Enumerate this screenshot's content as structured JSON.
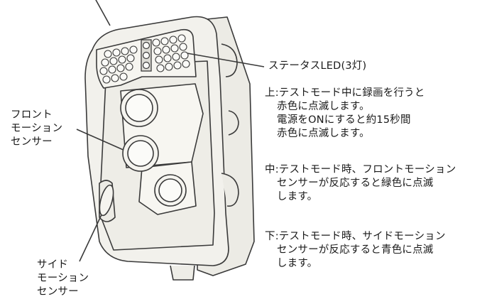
{
  "labels": {
    "front_sensor": [
      "フロント",
      "モーション",
      "センサー"
    ],
    "side_sensor": [
      "サイド",
      "モーション",
      "センサー"
    ],
    "status_led": "ステータスLED(3灯)"
  },
  "led_states": [
    {
      "position": "上",
      "lines": [
        "上:テストモード中に録画を行うと",
        "赤色に点滅します。",
        "電源をONにすると約15秒間",
        "赤色に点滅します。"
      ]
    },
    {
      "position": "中",
      "lines": [
        "中:テストモード時、フロントモーション",
        "センサーが反応すると緑色に点滅",
        "します。"
      ]
    },
    {
      "position": "下",
      "lines": [
        "下:テストモード時、サイドモーション",
        "センサーが反応すると青色に点滅",
        "します。"
      ]
    }
  ],
  "colors": {
    "line": "#3a3a3a",
    "body": "#f2f1ec",
    "text": "#1a1a1a"
  }
}
